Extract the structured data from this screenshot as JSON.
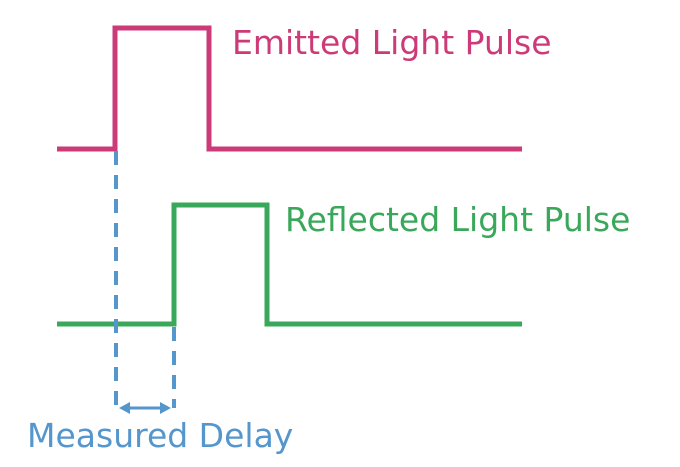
{
  "labels": {
    "emitted": "Emitted Light Pulse",
    "reflected": "Reflected Light Pulse",
    "delay": "Measured Delay"
  },
  "colors": {
    "emitted": "#cc3a78",
    "reflected": "#3aa85a",
    "delay": "#5596cc"
  }
}
